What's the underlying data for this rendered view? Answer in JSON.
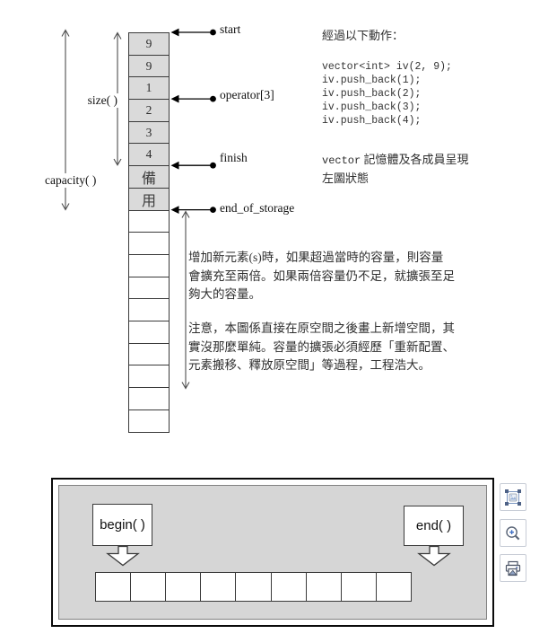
{
  "memory_diagram": {
    "cells": [
      "9",
      "9",
      "1",
      "2",
      "3",
      "4",
      "備",
      "用",
      "",
      "",
      "",
      "",
      "",
      "",
      "",
      "",
      "",
      ""
    ],
    "filled_cell_count": 8,
    "pointers": {
      "start": "start",
      "operator3": "operator[3]",
      "finish": "finish",
      "end_of_storage": "end_of_storage"
    },
    "size_label": "size( )",
    "capacity_label": "capacity( )"
  },
  "action_note": {
    "title": "經過以下動作：",
    "code_lines": [
      "vector<int> iv(2, 9);",
      "iv.push_back(1);",
      "iv.push_back(2);",
      "iv.push_back(3);",
      "iv.push_back(4);"
    ],
    "result_prefix": "vector",
    "result_line1": " 記憶體及各成員呈現",
    "result_line2": "左圖狀態"
  },
  "paragraphs": {
    "p1": [
      "增加新元素(s)時，如果超過當時的容量，則容量",
      "會擴充至兩倍。如果兩倍容量仍不足，就擴張至足",
      "夠大的容量。"
    ],
    "p2": [
      "注意，本圖係直接在原空間之後畫上新增空間，其",
      "實沒那麼單純。容量的擴張必須經歷「重新配置、",
      "元素搬移、釋放原空間」等過程，工程浩大。"
    ]
  },
  "iterator_diagram": {
    "begin_label": "begin( )",
    "end_label": "end( )",
    "cell_count": 9
  },
  "toolbar": {
    "icons": [
      "select-image",
      "zoom-in",
      "print-image"
    ]
  },
  "colors": {
    "cell_fill": "#dadada",
    "panel_fill": "#d6d6d6",
    "border_dark": "#3a3a3a",
    "zigzag_fill": "#6d95dd",
    "zigzag_stroke": "#1d3f96",
    "icon_accent_blue": "#3f6fc4",
    "icon_slate": "#4d5668"
  }
}
